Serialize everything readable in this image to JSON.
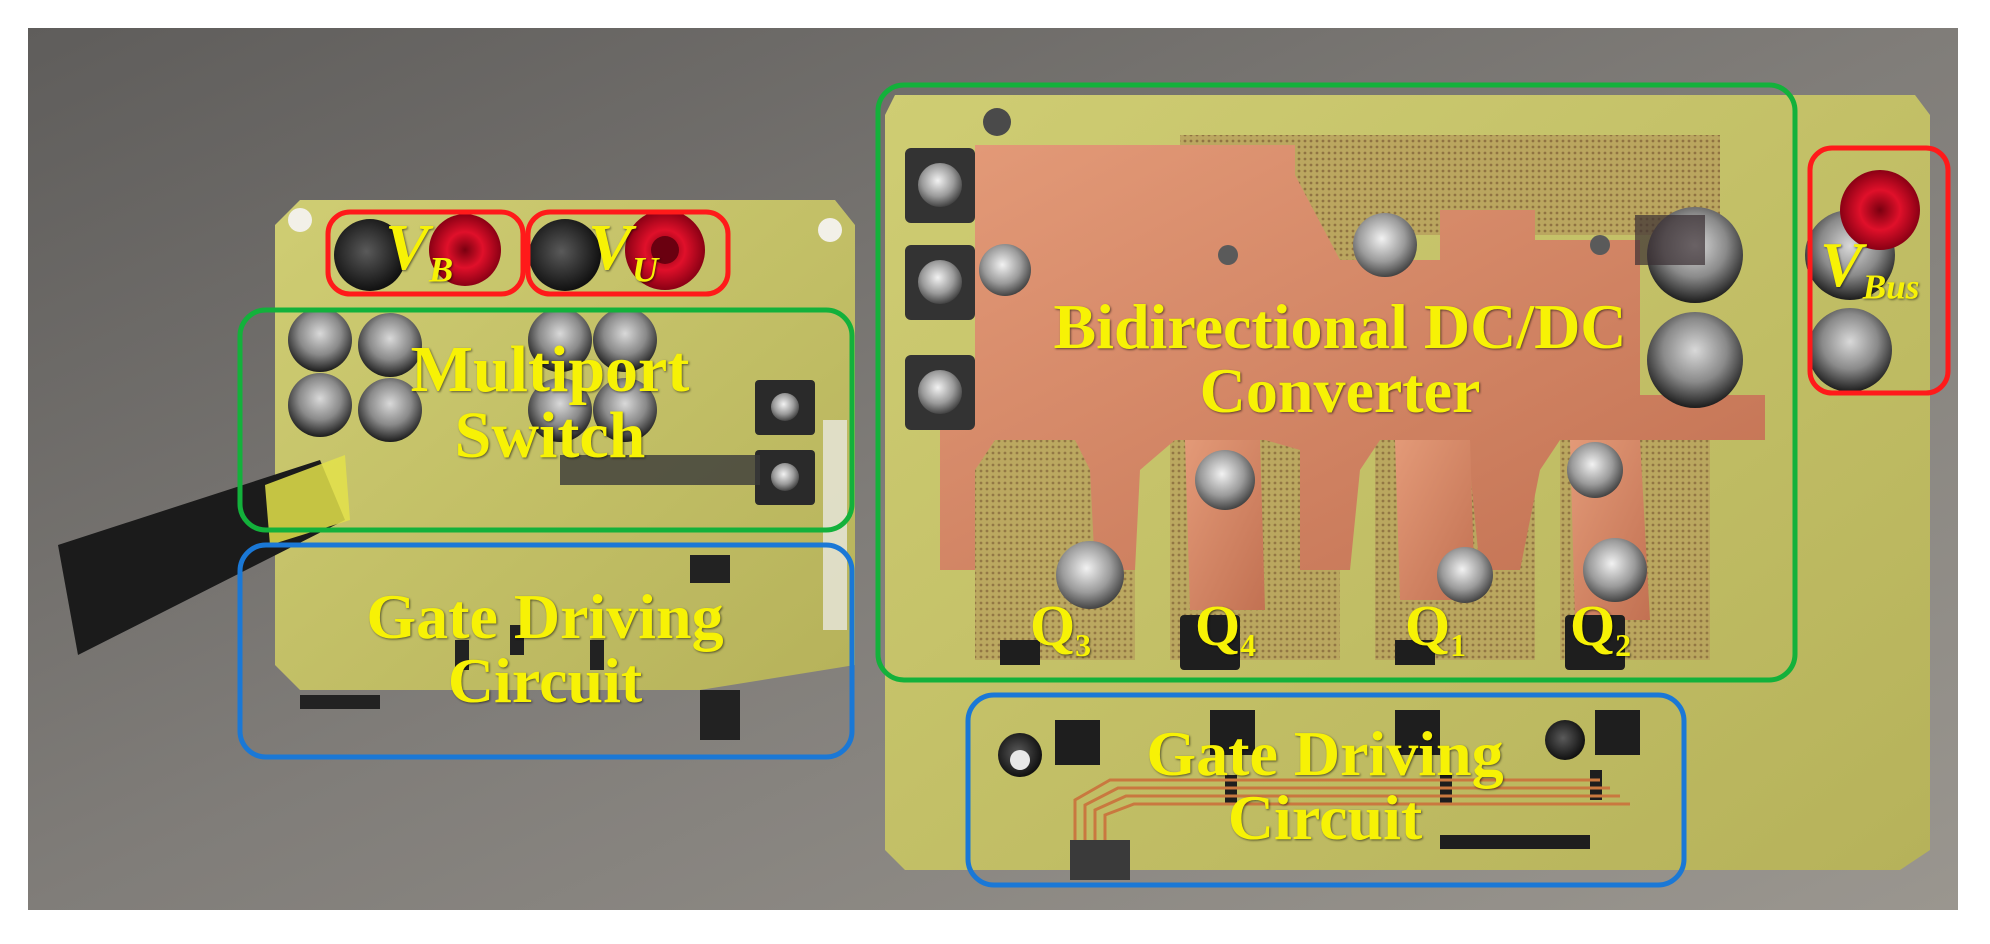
{
  "labels": {
    "vb": {
      "main": "V",
      "sub": "B"
    },
    "vu": {
      "main": "V",
      "sub": "U"
    },
    "vbus": {
      "main": "V",
      "sub": "Bus"
    },
    "multiport_switch": {
      "line1": "Multiport",
      "line2": "Switch"
    },
    "gate_driving_left": {
      "line1": "Gate Driving",
      "line2": "Circuit"
    },
    "bidirectional": {
      "line1": "Bidirectional DC/DC",
      "line2": "Converter"
    },
    "gate_driving_right": {
      "line1": "Gate Driving",
      "line2": "Circuit"
    },
    "q3": {
      "main": "Q",
      "sub": "3"
    },
    "q4": {
      "main": "Q",
      "sub": "4"
    },
    "q1": {
      "main": "Q",
      "sub": "1"
    },
    "q2": {
      "main": "Q",
      "sub": "2"
    }
  },
  "colors": {
    "label_text": "#f7f205",
    "box_voltage": "#ff1a1a",
    "box_power_stage": "#13b13b",
    "box_gate_driver": "#1a78d6",
    "pcb": "#c9c86a",
    "copper": "#d98a66",
    "background": "#6f6c68"
  }
}
